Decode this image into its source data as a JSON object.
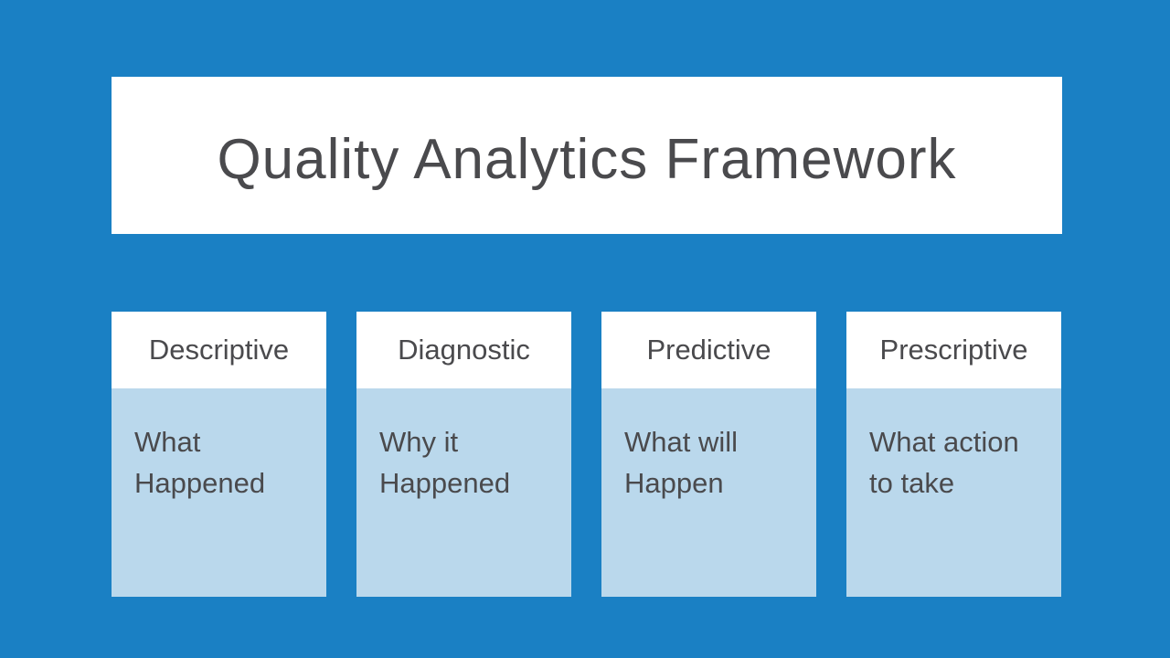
{
  "slide": {
    "title": "Quality Analytics Framework",
    "colors": {
      "background": "#1A80C4",
      "panel": "#FFFFFF",
      "card_body": "#BAD8EC",
      "text": "#4A4A4D"
    },
    "cards": [
      {
        "header": "Descriptive",
        "body": "What Happened",
        "body_lines": [
          "What",
          "Happened"
        ]
      },
      {
        "header": "Diagnostic",
        "body": "Why it Happened",
        "body_lines": [
          "Why it",
          "Happened"
        ]
      },
      {
        "header": "Predictive",
        "body": "What will Happen",
        "body_lines": [
          "What will",
          "Happen"
        ]
      },
      {
        "header": "Prescriptive",
        "body": "What action to take",
        "body_lines": [
          "What action",
          "to take"
        ]
      }
    ]
  }
}
